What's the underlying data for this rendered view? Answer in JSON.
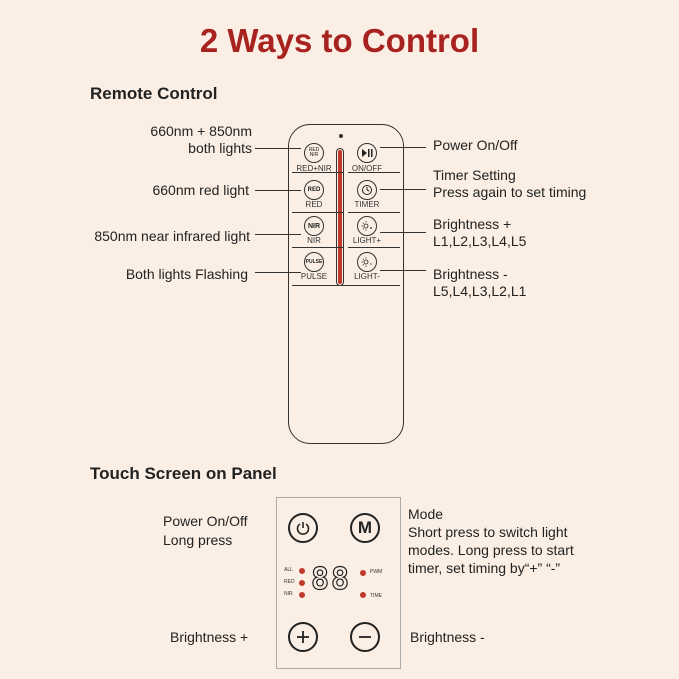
{
  "title": "2 Ways to Control",
  "remote_section": {
    "heading": "Remote Control",
    "left_labels": [
      "660nm + 850nm\nboth lights",
      "660nm red light",
      "850nm near infrared light",
      "Both lights Flashing"
    ],
    "right_labels": [
      "Power On/Off",
      "Timer Setting\nPress again to set timing",
      "Brightness +\nL1,L2,L3,L4,L5",
      "Brightness -\nL5,L4,L3,L2,L1"
    ],
    "buttons_left": [
      {
        "icon_text": "RED\nNIR",
        "caption": "RED+NIR"
      },
      {
        "icon_text": "RED",
        "caption": "RED"
      },
      {
        "icon_text": "NIR",
        "caption": "NIR"
      },
      {
        "icon_text": "PULSE",
        "caption": "PULSE"
      }
    ],
    "buttons_right": [
      {
        "icon": "play-pause-icon",
        "caption": "ON/OFF"
      },
      {
        "icon": "timer-icon",
        "caption": "TIMER"
      },
      {
        "icon": "brightness-up-icon",
        "caption": "LIGHT+"
      },
      {
        "icon": "brightness-down-icon",
        "caption": "LIGHT-"
      }
    ]
  },
  "panel_section": {
    "heading": "Touch Screen on Panel",
    "power_label": "Power On/Off\nLong press",
    "mode_label": "Mode\nShort press to switch light\nmodes. Long press to start\ntimer, set timing by“+” “-”",
    "brightness_plus_label": "Brightness +",
    "brightness_minus_label": "Brightness -",
    "mode_button": "M",
    "display": {
      "left_indicators": [
        "ALL",
        "RED",
        "NIR"
      ],
      "right_indicators": [
        "PWM",
        "TIME"
      ],
      "digits": "88"
    }
  }
}
